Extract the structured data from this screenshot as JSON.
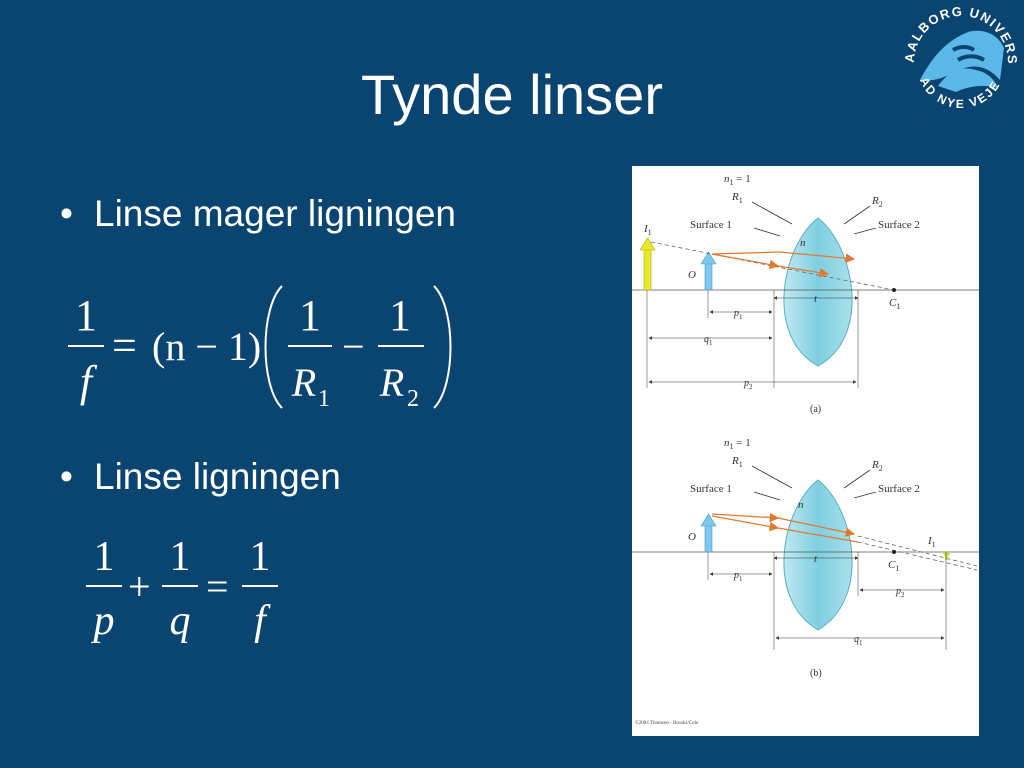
{
  "slide": {
    "title": "Tynde linser",
    "bullets": [
      "Linse mager ligningen",
      "Linse ligningen"
    ]
  },
  "logo": {
    "top_text": "AALBORG UNIVERSITET",
    "bottom_text": "AD NYE VEJE"
  },
  "equations": {
    "lensmaker": {
      "lhs_num": "1",
      "lhs_den": "f",
      "eq": "=",
      "factor": "(n − 1)",
      "t1_num": "1",
      "t1_den": "R",
      "t1_sub": "1",
      "minus": "−",
      "t2_num": "1",
      "t2_den": "R",
      "t2_sub": "2"
    },
    "thin_lens": {
      "a_num": "1",
      "a_den": "p",
      "plus": "+",
      "b_num": "1",
      "b_den": "q",
      "eq": "=",
      "c_num": "1",
      "c_den": "f"
    }
  },
  "figure": {
    "panel_a": {
      "n1": "n",
      "n1_sub": "1",
      "n1_val": " = 1",
      "R1": "R",
      "R1_sub": "1",
      "R2": "R",
      "R2_sub": "2",
      "surface1": "Surface 1",
      "surface2": "Surface 2",
      "n": "n",
      "I1": "I",
      "I1_sub": "1",
      "O": "O",
      "t": "t",
      "C1": "C",
      "C1_sub": "1",
      "p1": "p",
      "p1_sub": "1",
      "q1": "q",
      "q1_sub": "1",
      "p2": "p",
      "p2_sub": "2",
      "caption": "(a)"
    },
    "panel_b": {
      "n1": "n",
      "n1_sub": "1",
      "n1_val": " = 1",
      "R1": "R",
      "R1_sub": "1",
      "R2": "R",
      "R2_sub": "2",
      "surface1": "Surface 1",
      "surface2": "Surface 2",
      "n": "n",
      "I1": "I",
      "I1_sub": "1",
      "O": "O",
      "t": "t",
      "C1": "C",
      "C1_sub": "1",
      "p1": "p",
      "p1_sub": "1",
      "p2": "p",
      "p2_sub": "2",
      "q1": "q",
      "q1_sub": "1",
      "caption": "(b)"
    },
    "copyright": "©2004 Thomson - Brooks/Cole"
  },
  "colors": {
    "background": "#0a4470",
    "lens": "#8fd3e3",
    "ray": "#e07a30",
    "object_arrow": "#7ec8ee",
    "image_arrow": "#e6ea2a"
  }
}
